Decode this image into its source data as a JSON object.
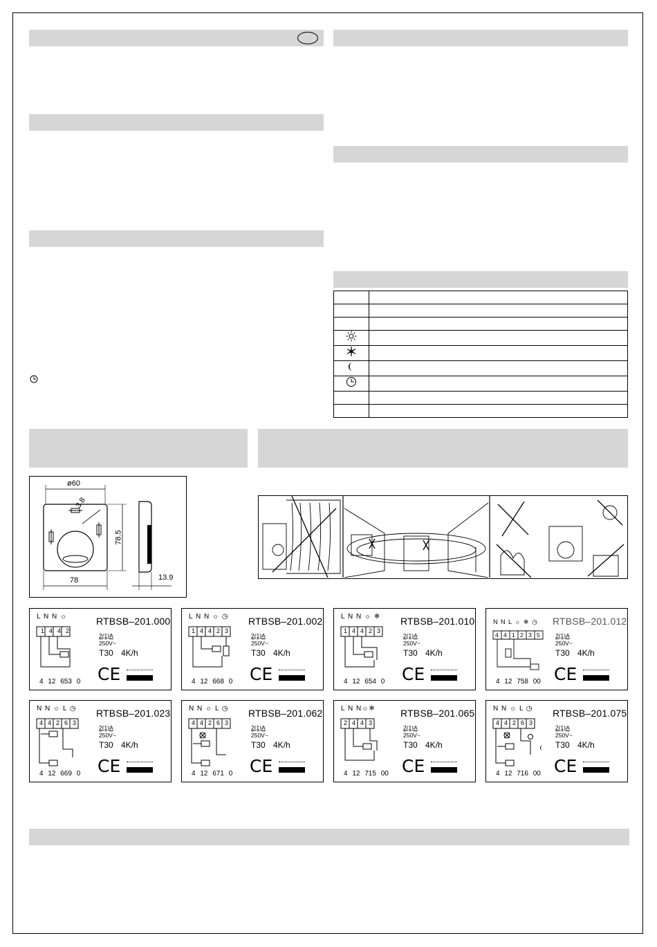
{
  "page": {
    "language_badge": ""
  },
  "icons": {
    "sun": "sun-icon",
    "snowflake": "snowflake-icon",
    "moon": "moon-icon",
    "clock": "clock-icon"
  },
  "dimensions": {
    "diameter": "ø60",
    "angle": "3.8",
    "height": "78.5",
    "width": "78",
    "depth": "13.9"
  },
  "products": [
    {
      "model": "RTBSB–201.000",
      "terminals": "L N N ☼",
      "boxes": [
        "1",
        "4",
        "4",
        "2"
      ],
      "rating_1": "2(1)A",
      "rating_2": "250V~",
      "spec": "T30 4K/h",
      "ce": "CE",
      "part_no": "4 12 653 0"
    },
    {
      "model": "RTBSB–201.002",
      "terminals": "L N N ☼ ◷",
      "boxes": [
        "1",
        "4",
        "4",
        "2",
        "3"
      ],
      "rating_1": "2(1)A",
      "rating_2": "250V~",
      "spec": "T30 4K/h",
      "ce": "CE",
      "part_no": "4 12 668 0"
    },
    {
      "model": "RTBSB–201.010",
      "terminals": "L N N ☼ ❄",
      "boxes": [
        "1",
        "4",
        "4",
        "2",
        "3"
      ],
      "rating_1": "2(1)A",
      "rating_2": "250V~",
      "spec": "T30 4K/h",
      "ce": "CE",
      "part_no": "4 12 654 0"
    },
    {
      "model": "RTBSB–201.012",
      "terminals": "N N L ☼ ❄ ◷",
      "boxes": [
        "4",
        "4",
        "1",
        "2",
        "3",
        "5"
      ],
      "rating_1": "2(1)A",
      "rating_2": "250V~",
      "spec": "T30 4K/h",
      "ce": "CE",
      "part_no": "4 12 758 00"
    },
    {
      "model": "RTBSB–201.023",
      "terminals": "N N ☼ L ◷",
      "boxes": [
        "4",
        "4",
        "2",
        "6",
        "3"
      ],
      "rating_1": "2(1)A",
      "rating_2": "250V~",
      "spec": "T30 4K/h",
      "ce": "CE",
      "part_no": "4 12 669 0"
    },
    {
      "model": "RTBSB–201.062",
      "terminals": "N N ☼ L ◷",
      "boxes": [
        "4",
        "4",
        "2",
        "6",
        "3"
      ],
      "rating_1": "2(1)A",
      "rating_2": "250V~",
      "spec": "T30 4K/h",
      "ce": "CE",
      "part_no": "4 12 671 0"
    },
    {
      "model": "RTBSB–201.065",
      "terminals": "L N N☼❄",
      "boxes": [
        "2",
        "4",
        "4",
        "3"
      ],
      "rating_1": "2(1)A",
      "rating_2": "250V~",
      "spec": "T30 4K/h",
      "ce": "CE",
      "part_no": "4 12 715 00"
    },
    {
      "model": "RTBSB–201.075",
      "terminals": "N N ☼ L ◷",
      "boxes": [
        "4",
        "4",
        "2",
        "6",
        "3"
      ],
      "rating_1": "2(1)A",
      "rating_2": "250V~",
      "spec": "T30 4K/h",
      "ce": "CE",
      "part_no": "4 12 716 00"
    }
  ]
}
